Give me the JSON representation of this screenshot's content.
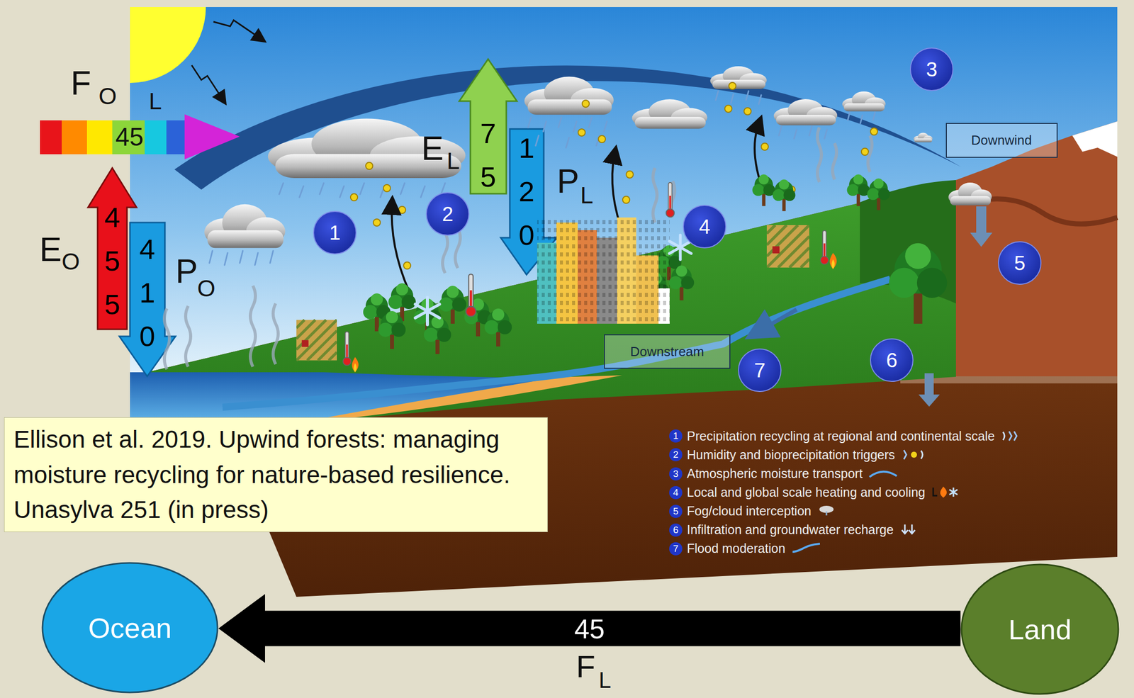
{
  "diagram": {
    "nodes": [
      {
        "text": [
          "3"
        ]
      },
      {
        "text": [
          "Downwind"
        ]
      },
      {
        "text": [
          "2"
        ]
      },
      {
        "text": [
          "4"
        ]
      },
      {
        "text": [
          "1"
        ]
      },
      {
        "text": [
          "5"
        ]
      },
      {
        "text": [
          "Downstream"
        ]
      },
      {
        "text": [
          "6"
        ]
      },
      {
        "text": [
          "7"
        ]
      },
      {
        "text": [
          "Ellison et al. 2019. Upwind forests: managing moisture recycling for nature-based resilience. Unasylva 251 (in press)"
        ]
      },
      {
        "text": [
          "Ocean"
        ]
      },
      {
        "text": [
          "Land"
        ]
      }
    ],
    "edges": [
      {
        "from": 11,
        "to": 10,
        "arrow": "to",
        "label": "45"
      }
    ],
    "labels": [
      "F",
      "O",
      "L",
      "45",
      "E",
      "L",
      "75",
      "120",
      "P",
      "L",
      "E",
      "O",
      "455",
      "410",
      "P",
      "O",
      "1",
      "2",
      "3",
      "4",
      "5",
      "6",
      "7",
      "F",
      "L"
    ],
    "legend": [
      {
        "text": "Precipitation recycling at regional and continental scale"
      },
      {
        "text": "Humidity and bioprecipitation triggers"
      },
      {
        "text": "Atmospheric moisture transport"
      },
      {
        "text": "Local and global scale heating and cooling"
      },
      {
        "text": "Fog/cloud interception"
      },
      {
        "text": "Infiltration and groundwater recharge"
      },
      {
        "text": "Flood moderation"
      }
    ]
  }
}
